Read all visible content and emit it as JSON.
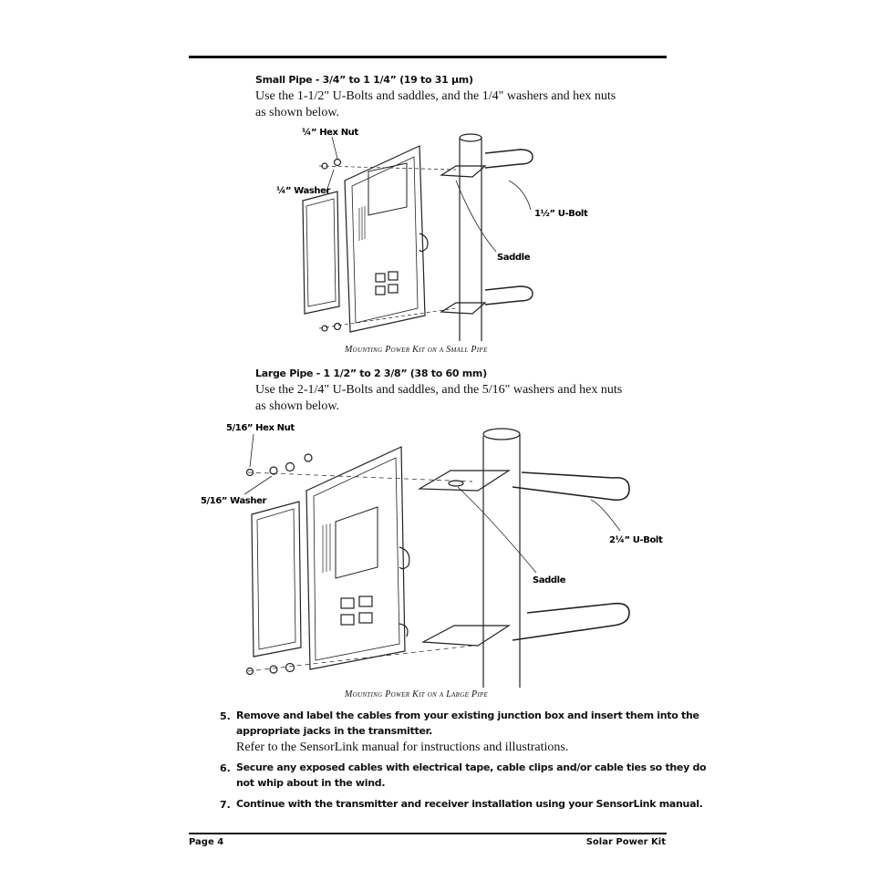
{
  "small_pipe": {
    "heading": "Small Pipe - 3/4” to 1 1/4” (19 to 31 μm)",
    "text_line1": "Use  the 1-1/2\" U-Bolts and saddles, and the 1/4\" washers and hex nuts",
    "text_line2": "as shown below.",
    "labels": {
      "hex_nut": "¼” Hex Nut",
      "washer": "¼” Washer",
      "u_bolt": "1½” U-Bolt",
      "saddle": "Saddle"
    },
    "caption": "Mounting Power Kit on a Small Pipe"
  },
  "large_pipe": {
    "heading": "Large Pipe - 1 1/2” to 2 3/8” (38 to 60 mm)",
    "text_line1": "Use the 2-1/4\" U-Bolts and saddles, and the 5/16\" washers and hex nuts",
    "text_line2": "as shown below.",
    "labels": {
      "hex_nut": "5/16” Hex Nut",
      "washer": "5/16” Washer",
      "u_bolt": "2¼” U-Bolt",
      "saddle": "Saddle"
    },
    "caption": "Mounting Power Kit on a Large Pipe"
  },
  "steps": [
    {
      "number": "5.",
      "line1": "Remove and label the cables from your existing junction box and insert them into the",
      "line2": "appropriate jacks in the transmitter.",
      "note": "Refer to the SensorLink manual for instructions and illustrations."
    },
    {
      "number": "6.",
      "line1": "Secure any exposed cables with electrical tape, cable clips and/or cable ties so they do",
      "line2": "not whip about in the wind."
    },
    {
      "number": "7.",
      "line1": "Continue with the transmitter and receiver installation using your SensorLink manual."
    }
  ],
  "footer": {
    "page": "Page 4",
    "title": "Solar Power Kit"
  }
}
